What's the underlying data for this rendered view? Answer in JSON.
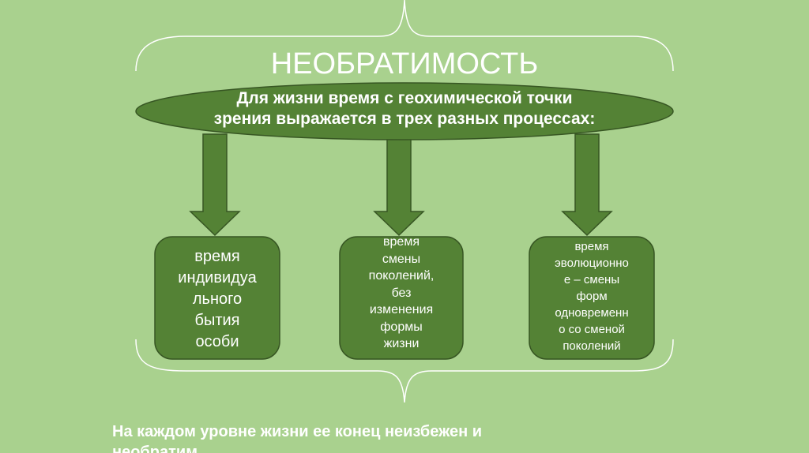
{
  "title": "НЕОБРАТИМОСТЬ",
  "oval": {
    "line1": "Для жизни время с геохимической точки",
    "line2": "зрения выражается в трех разных процессах:"
  },
  "boxes": [
    {
      "lines": [
        "время",
        "индивидуа",
        "льного",
        "бытия",
        "особи"
      ]
    },
    {
      "lines": [
        "время",
        "смены",
        "поколений,",
        "без",
        "изменения",
        "формы",
        "жизни"
      ]
    },
    {
      "lines": [
        "время",
        "эволюционно",
        "е – смены",
        "форм",
        "одновременн",
        "о со сменой",
        "поколений"
      ]
    }
  ],
  "footer": {
    "line1": "На каждом уровне жизни ее конец неизбежен и",
    "line2": "необратим."
  },
  "colors": {
    "background": "#a9d18e",
    "shape_fill": "#548235",
    "shape_stroke": "#375623",
    "brace": "#ffffff",
    "text": "#ffffff"
  }
}
